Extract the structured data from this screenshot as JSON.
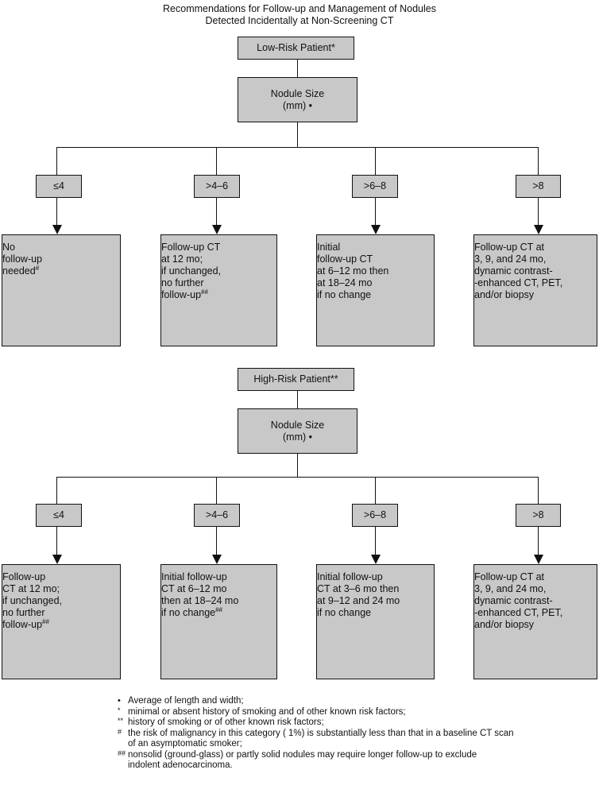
{
  "title": {
    "line1": "Recommendations for Follow-up and Management of Nodules",
    "line2": "Detected Incidentally at Non-Screening CT"
  },
  "low_risk": {
    "patient_label": "Low-Risk Patient*",
    "size_line1": "Nodule Size",
    "size_line2": "(mm) •",
    "categories": [
      "≤4",
      ">4–6",
      ">6–8",
      ">8"
    ],
    "outcomes": [
      {
        "lines": [
          "No",
          "follow-up",
          "needed"
        ],
        "sup": "#"
      },
      {
        "lines": [
          "Follow-up CT",
          "at 12 mo;",
          "if unchanged,",
          "no further",
          "follow-up"
        ],
        "sup": "##"
      },
      {
        "lines": [
          "Initial",
          "follow-up CT",
          "at 6–12 mo then",
          "at 18–24 mo",
          "if no change"
        ],
        "sup": ""
      },
      {
        "lines": [
          "Follow-up CT at",
          "3, 9, and 24 mo,",
          "dynamic contrast-",
          "-enhanced CT, PET,",
          "and/or biopsy"
        ],
        "sup": ""
      }
    ]
  },
  "high_risk": {
    "patient_label": "High-Risk Patient**",
    "size_line1": "Nodule Size",
    "size_line2": "(mm) •",
    "categories": [
      "≤4",
      ">4–6",
      ">6–8",
      ">8"
    ],
    "outcomes": [
      {
        "lines": [
          "Follow-up",
          "CT at 12 mo;",
          "if unchanged,",
          "no further",
          "follow-up"
        ],
        "sup": "##"
      },
      {
        "lines": [
          "Initial follow-up",
          "CT at 6–12 mo",
          "then at 18–24 mo",
          "if no change"
        ],
        "sup": "##"
      },
      {
        "lines": [
          "Initial follow-up",
          "CT at 3–6 mo then",
          "at 9–12 and 24 mo",
          "if no change"
        ],
        "sup": ""
      },
      {
        "lines": [
          "Follow-up CT at",
          "3, 9, and 24 mo,",
          "dynamic contrast-",
          "-enhanced CT, PET,",
          "and/or biopsy"
        ],
        "sup": ""
      }
    ]
  },
  "footnotes": [
    {
      "mark": "•",
      "text": "Average of length and width;"
    },
    {
      "mark": "*",
      "text": " minimal or absent history of smoking and of other known risk factors;"
    },
    {
      "mark": "**",
      "text": "history of smoking or of other known risk factors;"
    },
    {
      "mark": "#",
      "text": " the risk of malignancy in this category ( 1%) is substantially less than that in a baseline CT scan",
      "cont": "of an asymptomatic smoker;"
    },
    {
      "mark": "##",
      "text": " nonsolid (ground-glass) or partly solid nodules may require longer follow-up to exclude",
      "cont": "indolent adenocarcinoma."
    }
  ]
}
